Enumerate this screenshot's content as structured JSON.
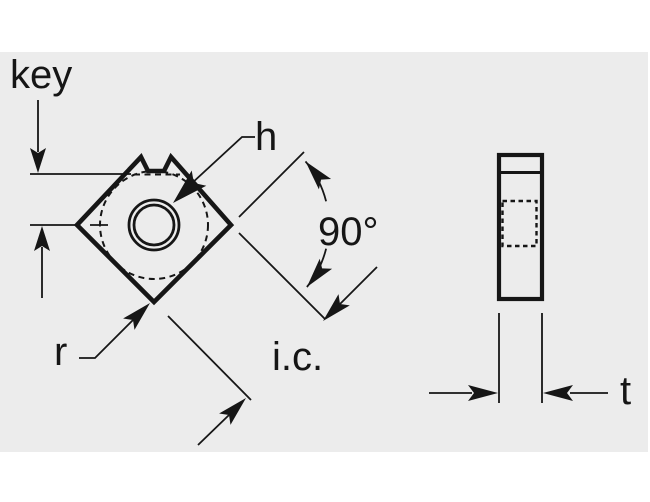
{
  "colors": {
    "page": "#ffffff",
    "panel": "#ececec",
    "ink": "#161616"
  },
  "labels": {
    "key": "key",
    "hole": "h",
    "angle": "90°",
    "inscribed_circle": "i.c.",
    "corner_radius": "r",
    "thickness": "t"
  }
}
